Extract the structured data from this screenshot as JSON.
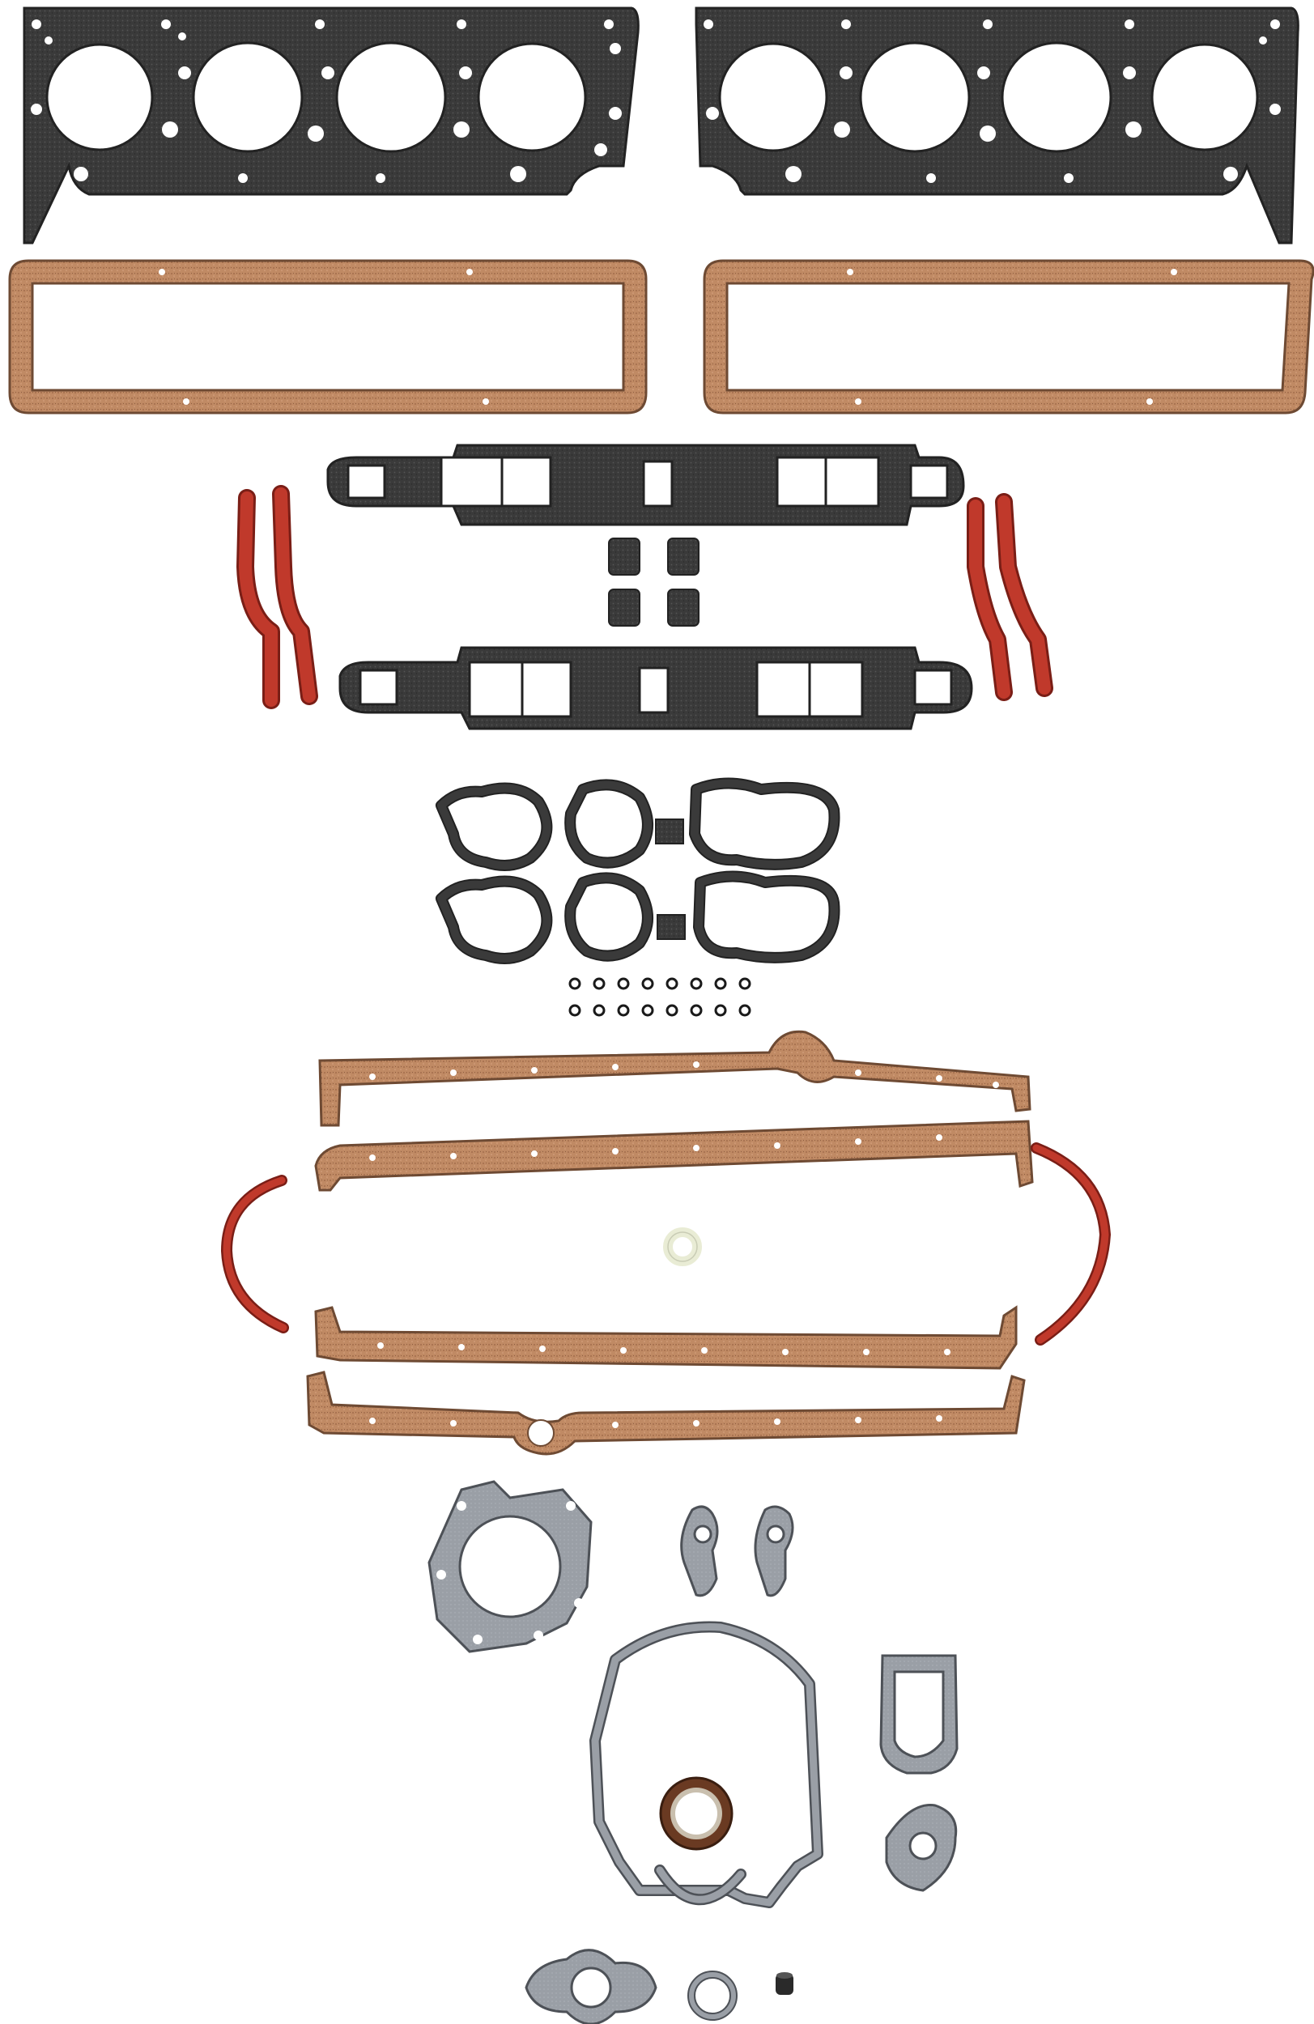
{
  "image": {
    "kind": "product-photo",
    "subject_items": [
      "head-gasket",
      "head-gasket",
      "valve-cover-gasket",
      "valve-cover-gasket",
      "intake-manifold-gasket",
      "intake-manifold-gasket",
      "intake-end-seal",
      "intake-end-seal",
      "intake-end-seal",
      "intake-end-seal",
      "port-block-off",
      "port-block-off",
      "port-block-off",
      "port-block-off",
      "exhaust-manifold-gasket",
      "exhaust-manifold-gasket",
      "o-ring-set",
      "oil-pan-gasket",
      "oil-pan-gasket",
      "oil-pan-gasket",
      "oil-pan-gasket",
      "rear-main-seal",
      "rear-main-seal",
      "small-nylon-ring",
      "water-pump-gasket",
      "bypass-gasket",
      "bypass-gasket",
      "timing-cover-gasket",
      "timing-seal",
      "crank-seal",
      "fuel-pump-gasket",
      "fuel-pump-plate-gasket",
      "thermostat-gasket",
      "small-round-gasket",
      "small-grommet"
    ]
  },
  "colors": {
    "background": "#ffffff",
    "graphite": "#3a3a3a",
    "graphite_dark": "#222222",
    "cork": "#c08a64",
    "cork_edge": "#6e4a33",
    "red_rubber": "#c0392b",
    "red_dark": "#7a1e16",
    "fiber_grey": "#9a9fa6",
    "fiber_edge": "#4d5157",
    "nylon": "#e9ecd5"
  }
}
